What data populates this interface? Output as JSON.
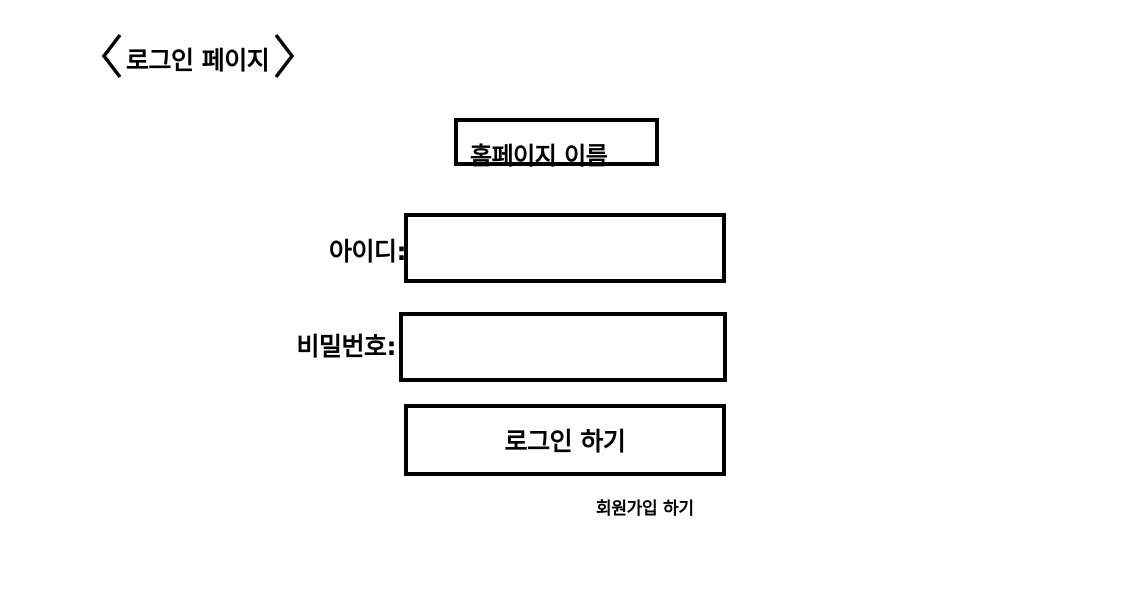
{
  "header": {
    "title": "로그인 페이지",
    "back_icon": "chevron-left-icon",
    "forward_icon": "chevron-right-icon"
  },
  "site": {
    "name": "홈페이지 이름"
  },
  "form": {
    "id_label": "아이디:",
    "id_value": "",
    "password_label": "비밀번호:",
    "password_value": "",
    "login_button_label": "로그인 하기",
    "signup_link_label": "회원가입 하기"
  }
}
